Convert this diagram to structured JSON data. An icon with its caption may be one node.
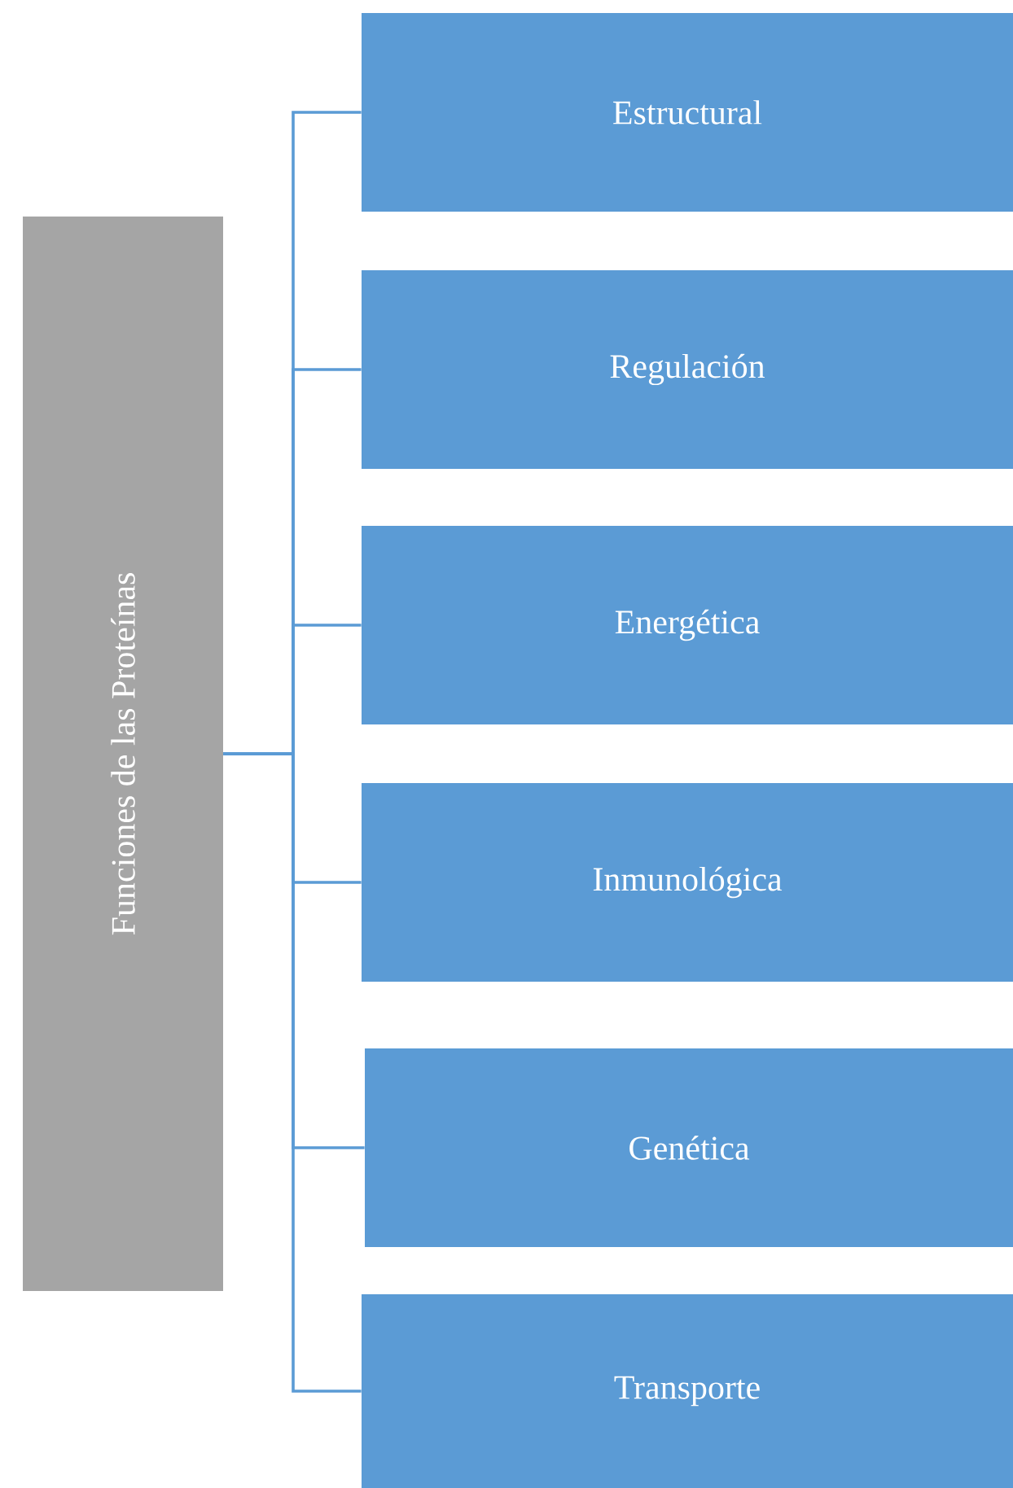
{
  "diagram": {
    "nodes": [
      {
        "text": [
          "Funciones de las Proteínas"
        ]
      },
      {
        "text": [
          "Estructural"
        ]
      },
      {
        "text": [
          "Regulación"
        ]
      },
      {
        "text": [
          "Energética"
        ]
      },
      {
        "text": [
          "Inmunológica"
        ]
      },
      {
        "text": [
          "Genética"
        ]
      },
      {
        "text": [
          "Transporte"
        ]
      }
    ],
    "edges": [
      {
        "from": 0,
        "to": 1,
        "arrow": "none"
      },
      {
        "from": 0,
        "to": 2,
        "arrow": "none"
      },
      {
        "from": 0,
        "to": 3,
        "arrow": "none"
      },
      {
        "from": 0,
        "to": 4,
        "arrow": "none"
      },
      {
        "from": 0,
        "to": 5,
        "arrow": "none"
      },
      {
        "from": 0,
        "to": 6,
        "arrow": "none"
      }
    ]
  }
}
